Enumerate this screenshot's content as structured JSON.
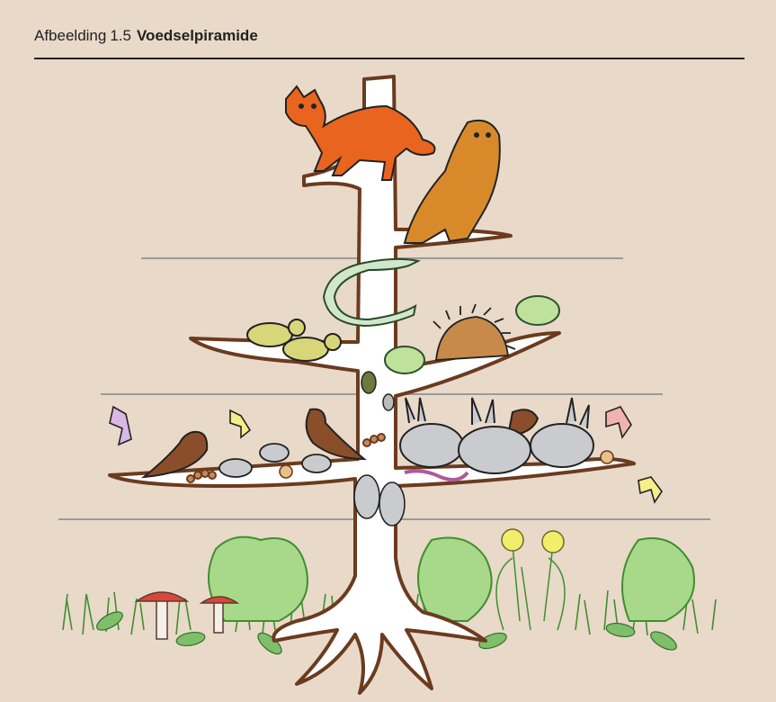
{
  "figure": {
    "label": "Afbeelding",
    "number": "1.5",
    "title": "Voedselpiramide"
  },
  "colors": {
    "background": "#e9d9c9",
    "trunk_fill": "#ffffff",
    "trunk_outline": "#6b3b1f",
    "level_line": "#9a9a9a",
    "fox": "#e8641f",
    "owl": "#d88a2a",
    "mouse_yellow": "#d7d77a",
    "frog": "#bfe29a",
    "snake": "#cfe8cc",
    "bird": "#8a4f2a",
    "rabbit": "#c9cbcf",
    "grass": "#3f8f2f",
    "mushroom_cap": "#d9473a",
    "butterfly_yellow": "#f6ee88",
    "butterfly_pink": "#f2b2b2",
    "butterfly_purple": "#d9b8e6",
    "flower": "#f3ee6a"
  },
  "icons": [
    "fox-icon",
    "owl-icon",
    "snake-icon",
    "mouse-icon",
    "frog-icon",
    "hedgehog-icon",
    "bird-icon",
    "rabbit-icon",
    "butterfly-icon",
    "snail-icon",
    "caterpillar-icon",
    "woodlouse-icon",
    "beetle-icon",
    "mushroom-icon",
    "flower-icon",
    "grass-icon",
    "leaf-icon",
    "worm-icon"
  ]
}
